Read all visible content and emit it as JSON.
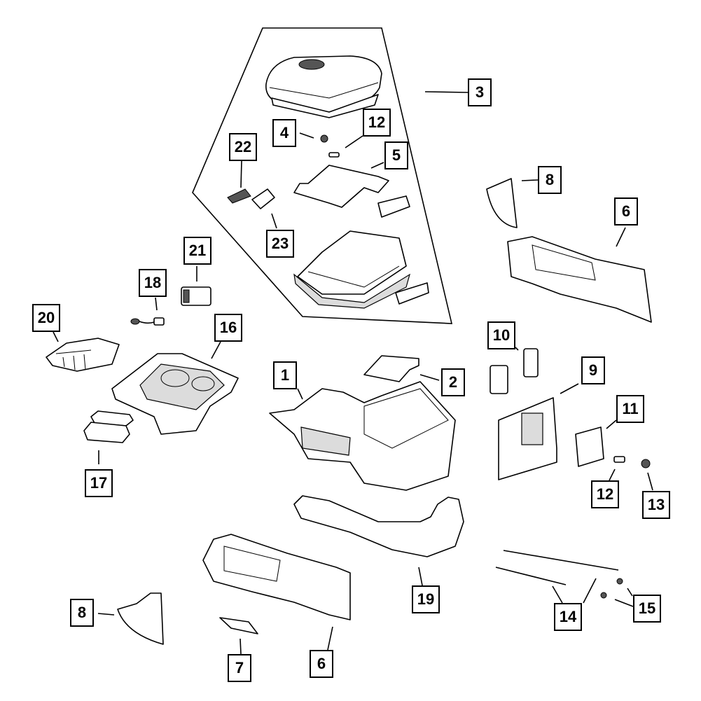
{
  "diagram": {
    "title": "Center Console Exploded Parts Diagram",
    "callouts": [
      {
        "id": "c1",
        "label": "1",
        "part": "console-base"
      },
      {
        "id": "c2",
        "label": "2",
        "part": "mat-liner"
      },
      {
        "id": "c3",
        "label": "3",
        "part": "armrest-lid-assembly"
      },
      {
        "id": "c4",
        "label": "4",
        "part": "latch"
      },
      {
        "id": "c5",
        "label": "5",
        "part": "lid-liner"
      },
      {
        "id": "c6a",
        "label": "6",
        "part": "side-panel-right"
      },
      {
        "id": "c6b",
        "label": "6",
        "part": "side-panel-left"
      },
      {
        "id": "c7",
        "label": "7",
        "part": "trim-pad"
      },
      {
        "id": "c8a",
        "label": "8",
        "part": "end-cap-right"
      },
      {
        "id": "c8b",
        "label": "8",
        "part": "end-cap-left"
      },
      {
        "id": "c9",
        "label": "9",
        "part": "rear-bezel"
      },
      {
        "id": "c10",
        "label": "10",
        "part": "vents"
      },
      {
        "id": "c11",
        "label": "11",
        "part": "usb-module"
      },
      {
        "id": "c12a",
        "label": "12",
        "part": "screw-upper"
      },
      {
        "id": "c12b",
        "label": "12",
        "part": "screw-lower"
      },
      {
        "id": "c13",
        "label": "13",
        "part": "nut"
      },
      {
        "id": "c14",
        "label": "14",
        "part": "cables"
      },
      {
        "id": "c15",
        "label": "15",
        "part": "plugs"
      },
      {
        "id": "c16",
        "label": "16",
        "part": "cupholder-bezel"
      },
      {
        "id": "c17",
        "label": "17",
        "part": "cupholder-mat"
      },
      {
        "id": "c18",
        "label": "18",
        "part": "lamp-socket"
      },
      {
        "id": "c19",
        "label": "19",
        "part": "bracket"
      },
      {
        "id": "c20",
        "label": "20",
        "part": "storage-tray"
      },
      {
        "id": "c21",
        "label": "21",
        "part": "power-outlet"
      },
      {
        "id": "c22",
        "label": "22",
        "part": "hinge-clip"
      },
      {
        "id": "c23",
        "label": "23",
        "part": "hinge-bracket"
      }
    ]
  }
}
